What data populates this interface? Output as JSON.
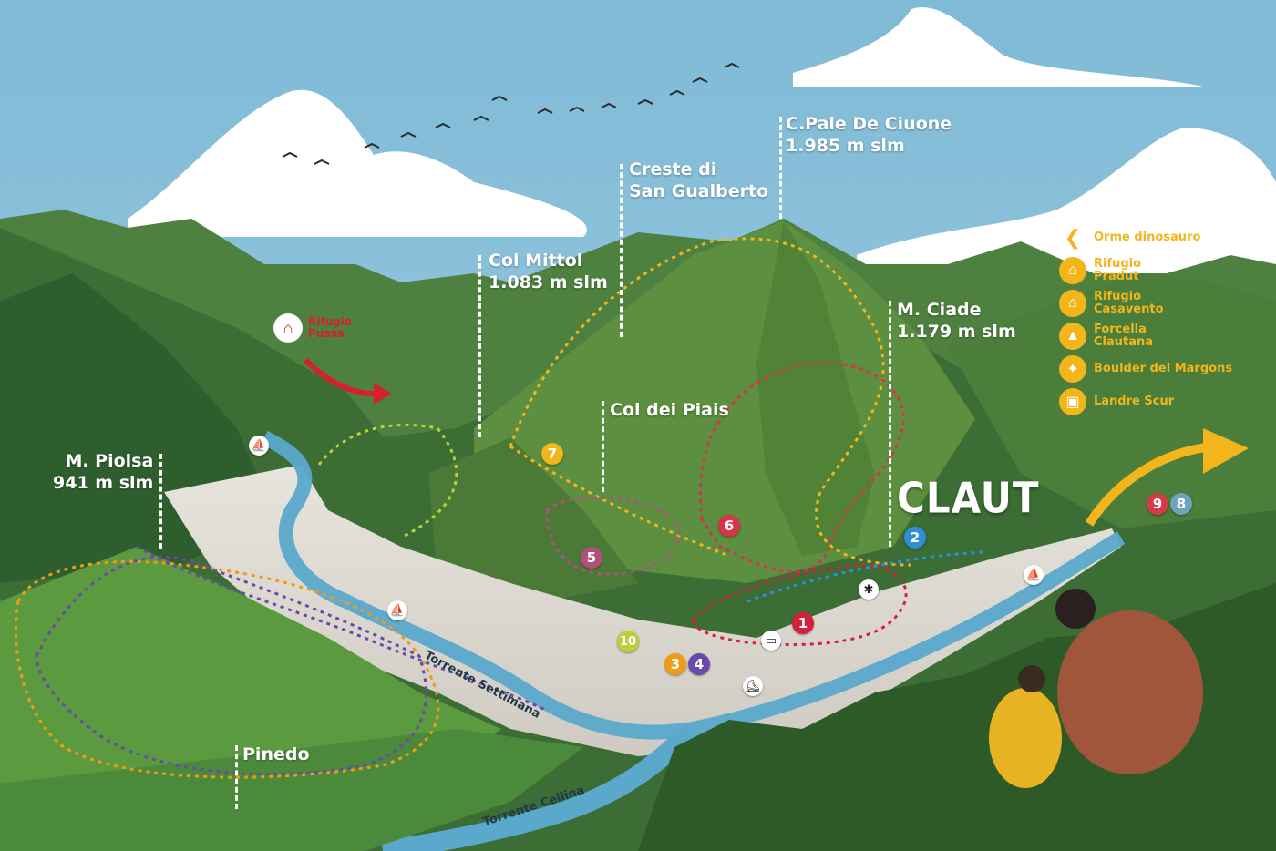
{
  "peaks": {
    "c_pale": {
      "name": "C.Pale De Ciuone",
      "altitude": "1.985 m slm"
    },
    "creste": {
      "name": "Creste di",
      "name2": "San Gualberto"
    },
    "col_mittol": {
      "name": "Col Mittol",
      "altitude": "1.083 m slm"
    },
    "m_ciade": {
      "name": "M. Ciade",
      "altitude": "1.179 m slm"
    },
    "col_piais": {
      "name": "Col dei Piais"
    },
    "m_piolsa": {
      "name": "M. Piolsa",
      "altitude": "941 m slm"
    },
    "pinedo": {
      "name": "Pinedo"
    }
  },
  "town": "CLAUT",
  "rivers": {
    "settimana": "Torrente Settimana",
    "cellina": "Torrente Cellina"
  },
  "rifugio_pussa": "Rifugio\nPussa",
  "legend": [
    {
      "icon": "dinosaur-footprint-icon",
      "glyph": "❮",
      "text": "Orme dinosauro"
    },
    {
      "icon": "hut-icon",
      "glyph": "⌂",
      "text": "Rifugio\nPradut"
    },
    {
      "icon": "hut-icon",
      "glyph": "⌂",
      "text": "Rifugio\nCasavento"
    },
    {
      "icon": "mountain-pass-icon",
      "glyph": "▲",
      "text": "Forcella\nClautana"
    },
    {
      "icon": "climber-icon",
      "glyph": "✦",
      "text": "Boulder del Margons"
    },
    {
      "icon": "cave-icon",
      "glyph": "▣",
      "text": "Landre Scur"
    }
  ],
  "trails": [
    {
      "number": "1",
      "color": "#d61f3a"
    },
    {
      "number": "2",
      "color": "#2f8fd6"
    },
    {
      "number": "3",
      "color": "#f09a1a"
    },
    {
      "number": "4",
      "color": "#6a4aa8"
    },
    {
      "number": "5",
      "color": "#b0517a"
    },
    {
      "number": "6",
      "color": "#d8334a"
    },
    {
      "number": "7",
      "color": "#f2b51c"
    },
    {
      "number": "8",
      "color": "#6fa3bd"
    },
    {
      "number": "9",
      "color": "#d63a4a"
    },
    {
      "number": "10",
      "color": "#b9d03a"
    }
  ],
  "colors": {
    "sky": "#8fc3dc",
    "mountain": "#3f7a3a",
    "river": "#5aa9cc",
    "legend": "#f2b51c"
  }
}
